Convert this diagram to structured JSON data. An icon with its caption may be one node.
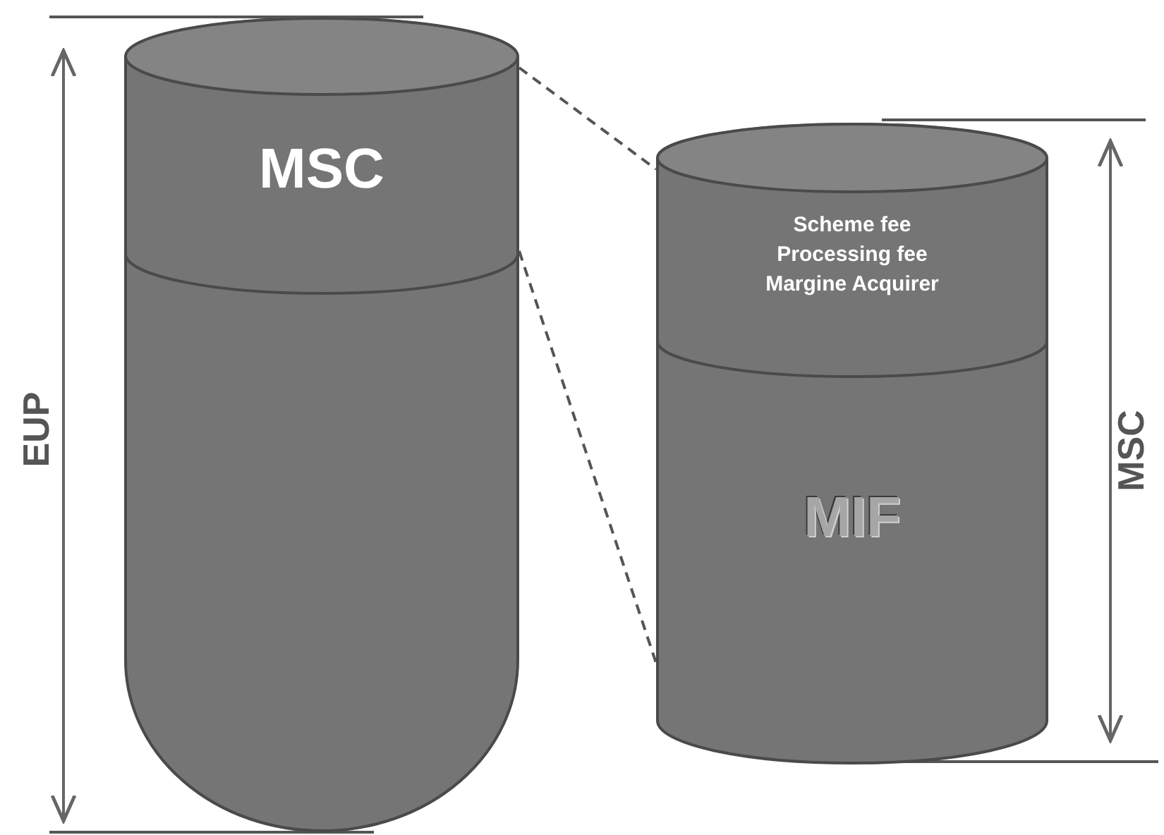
{
  "diagram": {
    "nodes": [
      {
        "text": [
          "MSC"
        ]
      },
      {
        "text": [],
        "shape": "cylinder"
      },
      {
        "text": [
          "Scheme fee",
          "Processing fee",
          "Margine Acquirer"
        ]
      },
      {
        "text": [
          "MIF"
        ]
      }
    ],
    "edges": [
      {
        "from": 0,
        "to": 2,
        "arrow": "none",
        "style": "dashed"
      },
      {
        "from": 0,
        "to": 3,
        "arrow": "none",
        "style": "dashed"
      }
    ],
    "labels": [
      "EUP",
      "MSC"
    ]
  }
}
